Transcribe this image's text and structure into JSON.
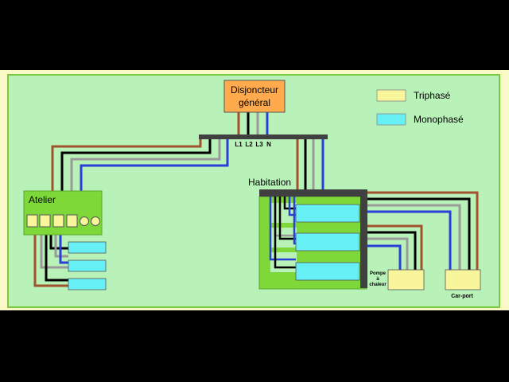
{
  "main_breaker": {
    "line1": "Disjoncteur",
    "line2": "général"
  },
  "phases": {
    "l1": "L1",
    "l2": "L2",
    "l3": "L3",
    "n": "N"
  },
  "atelier": {
    "label": "Atelier"
  },
  "habitation": {
    "label": "Habitation"
  },
  "heat_pump": {
    "line1": "Pompe",
    "line2": "à",
    "line3": "chaleur"
  },
  "carport": {
    "label": "Car-port"
  },
  "legend": {
    "triphase": "Triphasé",
    "monophase": "Monophasé"
  },
  "colors": {
    "brown": "#a0522d",
    "black": "#000000",
    "grey": "#9a9a9a",
    "blue": "#2b3fd8",
    "triphase": "#f8f59a",
    "monophase": "#66f0f5",
    "background": "#b8f2b8",
    "breaker": "#ffab4d",
    "bus": "#404040",
    "panel": "#7fd83a"
  }
}
